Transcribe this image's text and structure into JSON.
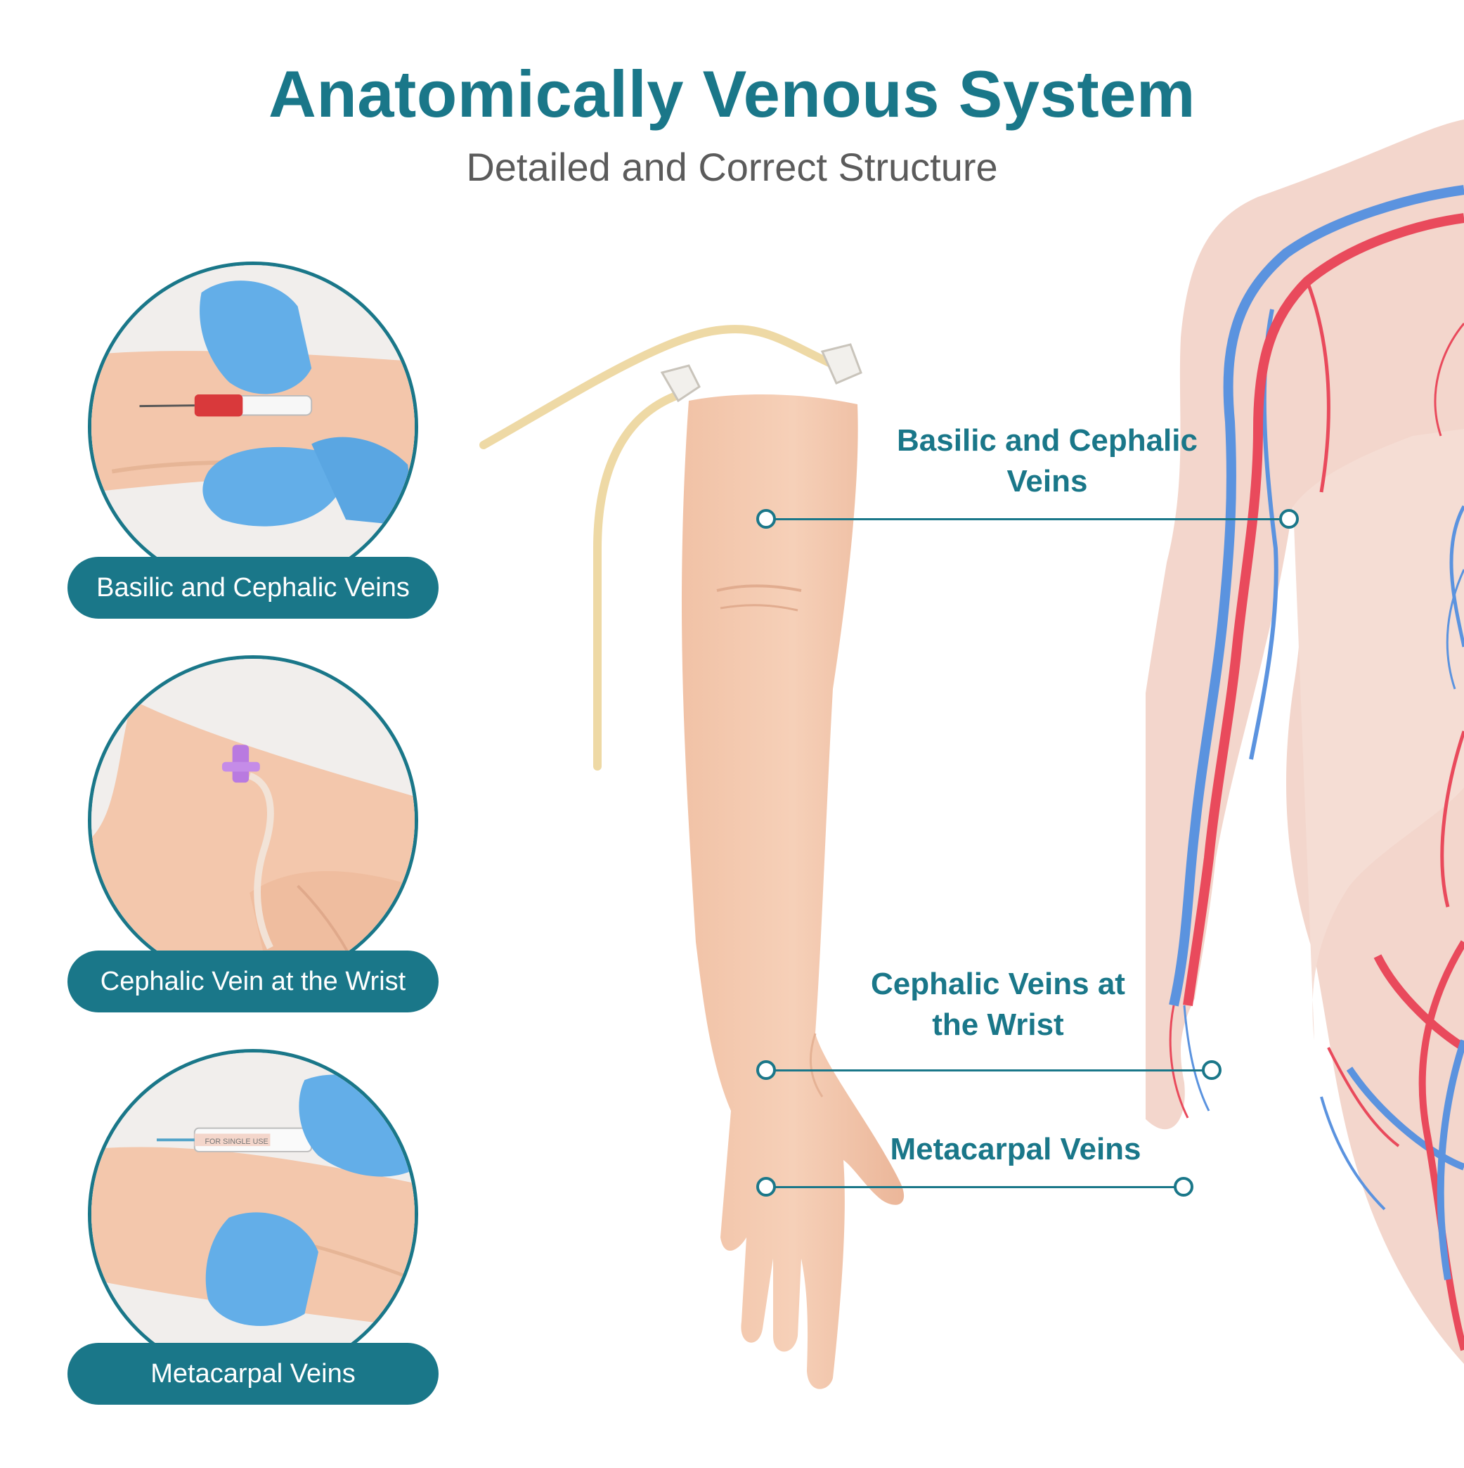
{
  "header": {
    "title": "Anatomically Venous System",
    "subtitle": "Detailed and Correct Structure"
  },
  "thumbnails": [
    {
      "label": "Basilic and Cephalic Veins",
      "image": "gloved hands drawing blood from forearm with needle"
    },
    {
      "label": "Cephalic Vein at the Wrist",
      "image": "butterfly IV needle inserted at the wrist"
    },
    {
      "label": "Metacarpal Veins",
      "image": "gloved hands injecting syringe into back of the hand"
    }
  ],
  "syringe_print": "FOR SINGLE USE",
  "callouts": {
    "basilic_cephalic": "Basilic and Cephalic Veins",
    "cephalic_wrist": "Cephalic Veins at the Wrist",
    "metacarpal": "Metacarpal Veins"
  },
  "colors": {
    "accent": "#1a7789",
    "skin": "#f4c8ad",
    "vein_blue": "#5b93df",
    "artery_red": "#e94a5c",
    "body_fill": "#f3d6cc"
  }
}
